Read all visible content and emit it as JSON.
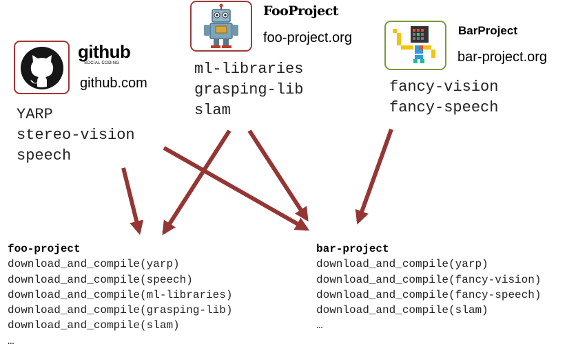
{
  "sources": [
    {
      "name": "github",
      "brand_text": "github",
      "brand_subtext": "SOCIAL CODING",
      "url": "github.com",
      "icon": "github-octocat-icon",
      "border_color": "#a83232",
      "packages": [
        "YARP",
        "stereo-vision",
        "speech"
      ]
    },
    {
      "name": "fooproject",
      "brand_text": "FooProject",
      "url": "foo-project.org",
      "icon": "robot-icon",
      "border_color": "#9a3b3b",
      "packages": [
        "ml-libraries",
        "grasping-lib",
        "slam"
      ]
    },
    {
      "name": "barproject",
      "brand_text": "BarProject",
      "url": "bar-project.org",
      "icon": "pixel-robot-icon",
      "border_color": "#7a9a3a",
      "packages": [
        "fancy-vision",
        "fancy-speech"
      ]
    }
  ],
  "projects": [
    {
      "title": "foo-project",
      "lines": [
        "download_and_compile(yarp)",
        "download_and_compile(speech)",
        "download_and_compile(ml-libraries)",
        "download_and_compile(grasping-lib)",
        "download_and_compile(slam)",
        "…"
      ]
    },
    {
      "title": "bar-project",
      "lines": [
        "download_and_compile(yarp)",
        "download_and_compile(fancy-vision)",
        "download_and_compile(fancy-speech)",
        "download_and_compile(slam)",
        "…"
      ]
    }
  ],
  "arrow_color": "#943634"
}
